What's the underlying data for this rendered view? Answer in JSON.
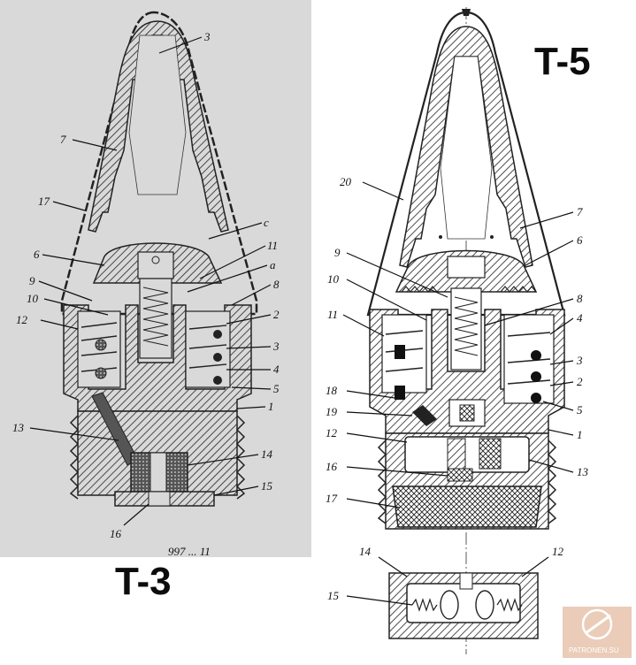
{
  "t3": {
    "title": "T-3",
    "labels": {
      "l3": "3",
      "l7": "7",
      "l17": "17",
      "lc": "c",
      "l6": "6",
      "l11": "11",
      "la": "a",
      "l9": "9",
      "l8": "8",
      "l10": "10",
      "l12": "12",
      "l2": "2",
      "l3b": "3",
      "l4": "4",
      "l5": "5",
      "l1": "1",
      "l13": "13",
      "l14": "14",
      "l15": "15",
      "l16": "16"
    },
    "caption_fragment": "997 ... 11"
  },
  "t5": {
    "title": "T-5",
    "labels": {
      "l20": "20",
      "l7": "7",
      "l6": "6",
      "l9": "9",
      "l10": "10",
      "l8": "8",
      "l4": "4",
      "l11": "11",
      "l3": "3",
      "l2": "2",
      "l18": "18",
      "l5": "5",
      "l19": "19",
      "l1": "1",
      "l12": "12",
      "l13": "13",
      "l16": "16",
      "l17": "17",
      "l14b": "14",
      "l12b": "12",
      "l15b": "15"
    }
  },
  "watermark": {
    "text": "PATRONEN.SU"
  }
}
